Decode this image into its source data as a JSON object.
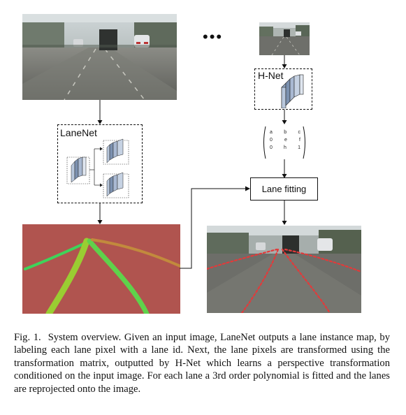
{
  "figure": {
    "ellipsis": "•••",
    "lanenet": {
      "title": "LaneNet"
    },
    "hnet": {
      "title": "H-Net"
    },
    "lane_fitting": {
      "label": "Lane fitting"
    },
    "matrix": {
      "rows": [
        [
          "a",
          "b",
          "c"
        ],
        [
          "0",
          "e",
          "f"
        ],
        [
          "0",
          "h",
          "1"
        ]
      ]
    },
    "instance_map": {
      "background": "#b0544f",
      "lane_colors": [
        "#3fd35a",
        "#9acd32",
        "#5fd24b",
        "#c28a3d"
      ]
    },
    "reprojected_lane_color": "#e23a3a"
  },
  "caption": {
    "fig_label": "Fig. 1.",
    "text": "System overview. Given an input image, LaneNet outputs a lane instance map, by labeling each lane pixel with a lane id. Next, the lane pixels are transformed using the transformation matrix, outputted by H-Net which learns a perspective transformation conditioned on the input image. For each lane a 3rd order polynomial is fitted and the lanes are reprojected onto the image."
  }
}
